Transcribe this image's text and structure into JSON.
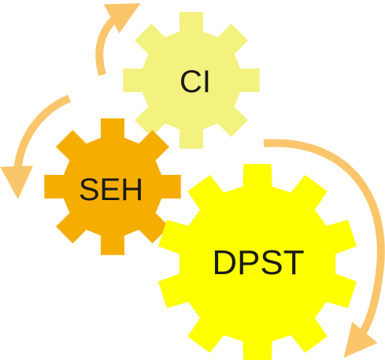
{
  "gears": [
    {
      "id": "ci",
      "label": "CI",
      "color": "#f3f27f"
    },
    {
      "id": "seh",
      "label": "SEH",
      "color": "#f5ad00"
    },
    {
      "id": "dpst",
      "label": "DPST",
      "color": "#ffff00"
    }
  ],
  "arrows": {
    "color": "#fbc66b"
  }
}
